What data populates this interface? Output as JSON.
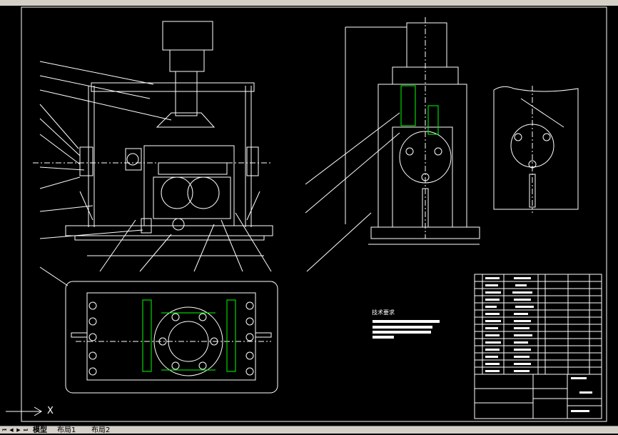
{
  "window": {
    "top_strip": ""
  },
  "drawing": {
    "tech_requirements_title": "技术要求",
    "ucs_axis_x": "X",
    "colors": {
      "background": "#000000",
      "lines": "#ffffff",
      "green": "#00ff00",
      "frame": "#ffffff"
    }
  },
  "layout_tabs": {
    "tabs": [
      {
        "label": "模型"
      },
      {
        "label": "布局1"
      },
      {
        "label": "布局2"
      }
    ],
    "active_index": 0
  },
  "icons": [
    "nav-first-icon",
    "nav-prev-icon",
    "nav-next-icon",
    "nav-last-icon",
    "ucs-arrow-icon"
  ]
}
